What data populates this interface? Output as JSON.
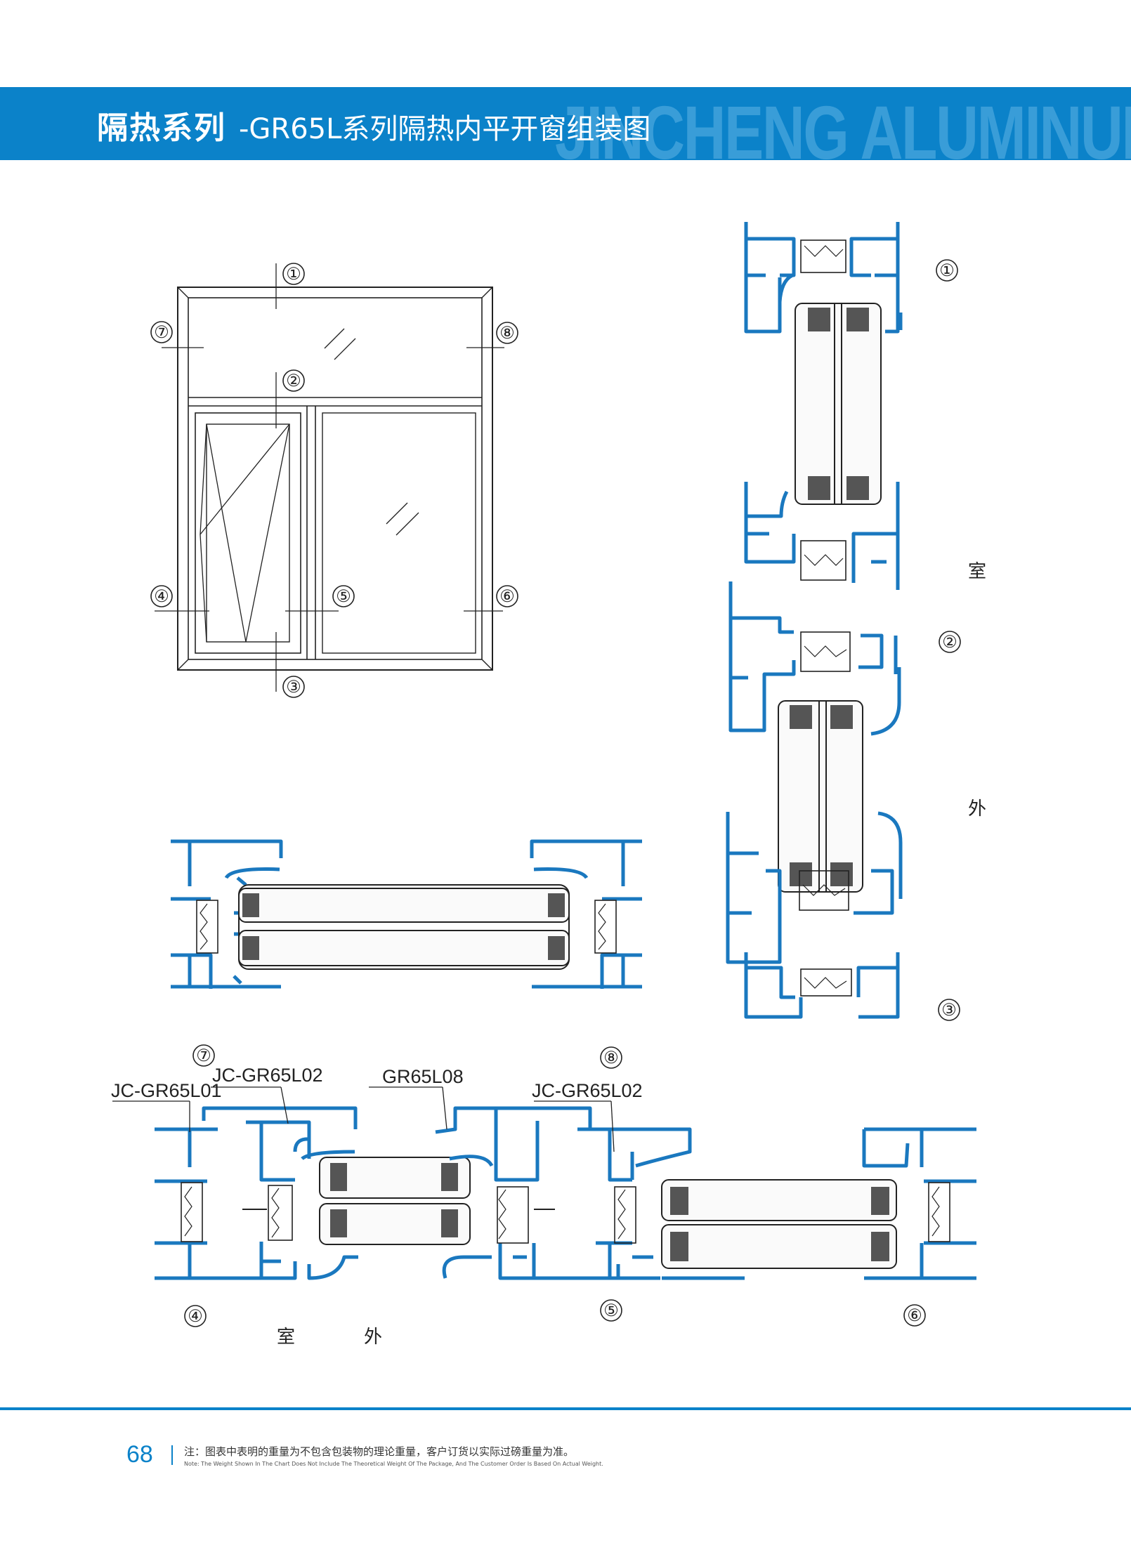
{
  "header": {
    "series": "隔热系列",
    "subtitle": "-GR65L系列隔热内平开窗组装图",
    "watermark": "JINCHENG ALUMINUM",
    "colors": {
      "banner": "#0b82c9",
      "profile": "#1a78bf"
    }
  },
  "elevation": {
    "markers": [
      "①",
      "②",
      "③",
      "④",
      "⑤",
      "⑥",
      "⑦",
      "⑧"
    ]
  },
  "vertical_section": {
    "markers": [
      "①",
      "②",
      "③"
    ],
    "indoor": "室",
    "outdoor": "外"
  },
  "horizontal_section": {
    "markers": [
      "⑦",
      "⑧",
      "④",
      "⑤",
      "⑥"
    ],
    "parts": [
      "JC-GR65L01",
      "JC-GR65L02",
      "GR65L08",
      "JC-GR65L02"
    ],
    "indoor": "室",
    "outdoor": "外"
  },
  "footer": {
    "page": "68",
    "note_cn": "注：图表中表明的重量为不包含包装物的理论重量，客户订货以实际过磅重量为准。",
    "note_en": "Note: The Weight Shown In The Chart Does Not Include The Theoretical Weight Of The Package, And The Customer Order Is Based On Actual Weight."
  }
}
